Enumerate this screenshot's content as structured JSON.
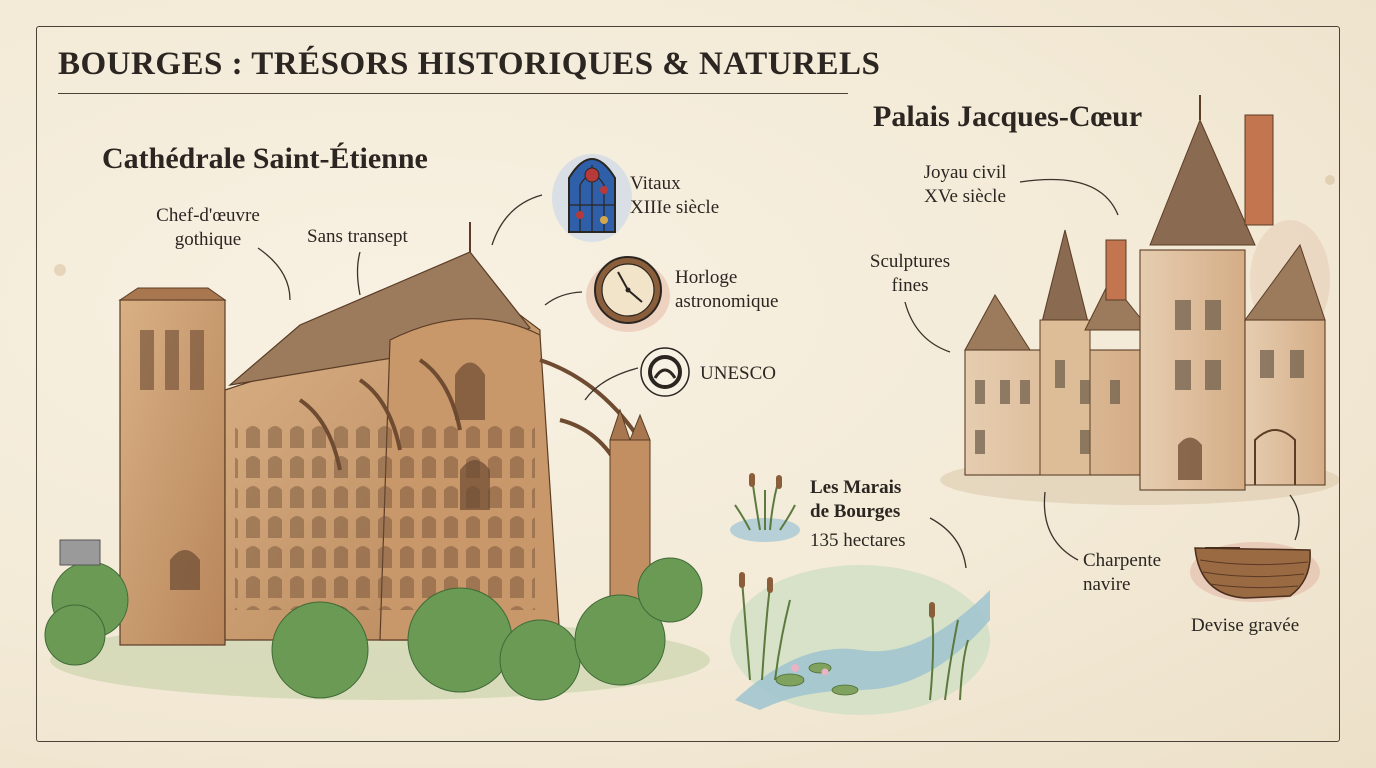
{
  "title": "BOURGES : TRÉSORS HISTORIQUES & NATURELS",
  "cathedral": {
    "heading": "Cathédrale Saint-Étienne",
    "label_chef": [
      "Chef-d'œuvre",
      "gothique"
    ],
    "label_transept": "Sans transept",
    "label_vitraux": [
      "Vitaux",
      "XIIIe siècle"
    ],
    "label_horloge": [
      "Horloge",
      "astronomique"
    ],
    "label_unesco": "UNESCO"
  },
  "palais": {
    "heading": "Palais Jacques-Cœur",
    "label_joyau": [
      "Joyau civil",
      "XVe siècle"
    ],
    "label_sculptures": [
      "Sculptures",
      "fines"
    ],
    "label_charpente": [
      "Charpente",
      "navire"
    ],
    "label_devise": "Devise gravée"
  },
  "marais": {
    "title_lines": [
      "Les Marais",
      "de Bourges"
    ],
    "area": "135 hectares"
  },
  "colors": {
    "paper": "#f3ead8",
    "ink": "#2a2520",
    "stone": "#c99a6b",
    "stone_dark": "#8a5e3a",
    "roof": "#9c7a5c",
    "foliage": "#5f8f4e",
    "water": "#9fc3cf",
    "glass_blue": "#2f5fa8",
    "glass_red": "#b63a3a"
  }
}
